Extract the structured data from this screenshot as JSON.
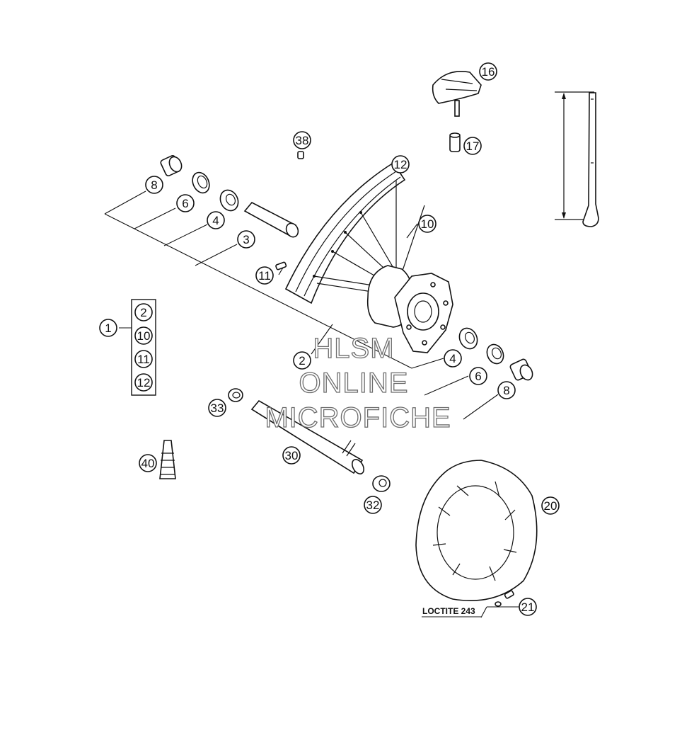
{
  "callouts": {
    "c1": "1",
    "k2": "2",
    "k10": "10",
    "k11": "11",
    "k12": "12",
    "c2": "2",
    "c3": "3",
    "c4a": "4",
    "c4b": "4",
    "c6a": "6",
    "c6b": "6",
    "c8a": "8",
    "c8b": "8",
    "c10": "10",
    "c11": "11",
    "c12": "12",
    "c16": "16",
    "c17": "17",
    "c20": "20",
    "c21": "21",
    "c30": "30",
    "c32": "32",
    "c33": "33",
    "c38": "38",
    "c40": "40"
  },
  "note": "LOCTITE 243",
  "watermark": [
    "HLSM",
    "ONLINE",
    "MICROFICHE"
  ]
}
